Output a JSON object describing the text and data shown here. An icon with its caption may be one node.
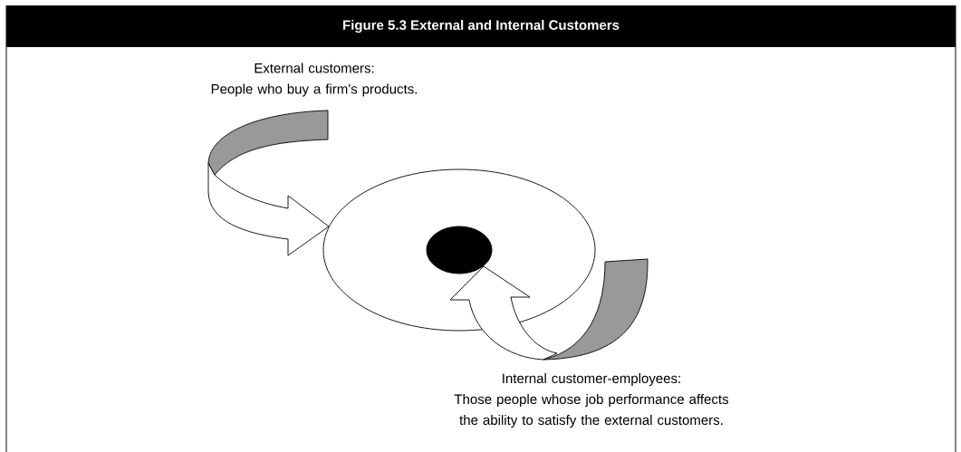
{
  "diagram": {
    "title": "Figure 5.3 External and Internal Customers",
    "nodes": [
      {
        "text": [
          "External customers:",
          "People who buy a firm's products."
        ]
      },
      {
        "text": [],
        "shape": "circle"
      },
      {
        "text": [],
        "shape": "circle",
        "in": 1
      },
      {
        "text": [
          "Internal customer-employees:",
          "Those people whose job performance affects the ability to satisfy the external customers."
        ]
      }
    ],
    "edges": [
      {
        "from": 0,
        "to": 1,
        "arrow": "to"
      },
      {
        "from": 3,
        "to": 2,
        "arrow": "to"
      }
    ]
  }
}
